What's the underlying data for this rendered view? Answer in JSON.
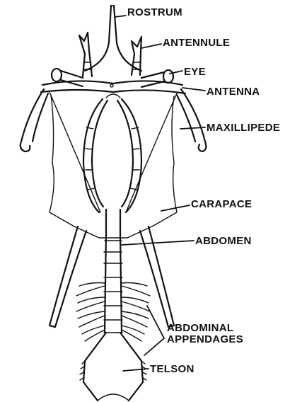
{
  "diagram": {
    "labels": {
      "rostrum": "ROSTRUM",
      "antennule": "ANTENNULE",
      "eye": "EYE",
      "antenna": "ANTENNA",
      "maxillipede": "MAXILLIPEDE",
      "carapace": "CARAPACE",
      "abdomen": "ABDOMEN",
      "abdominal_appendages": [
        "ABDOMINAL",
        "APPENDAGES"
      ],
      "telson": "TELSON"
    }
  }
}
